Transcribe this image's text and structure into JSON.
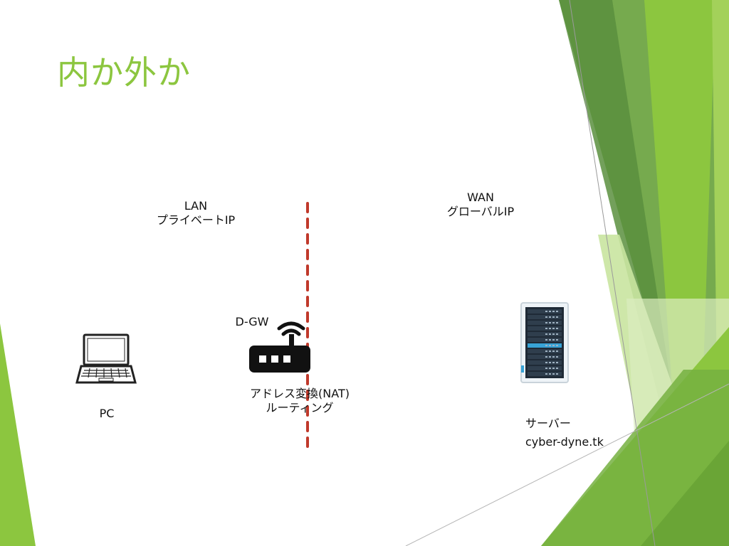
{
  "slide": {
    "title": "内か外か",
    "accent_color": "#8cc63f"
  },
  "zones": {
    "lan": {
      "line1": "LAN",
      "line2": "プライベートIP"
    },
    "wan": {
      "line1": "WAN",
      "line2": "グローバルIP"
    }
  },
  "nodes": {
    "pc": {
      "label": "PC",
      "icon": "laptop-icon"
    },
    "router": {
      "label": "D-GW",
      "icon": "wifi-router-icon",
      "caption1": "アドレス変換(NAT)",
      "caption2": "ルーティング"
    },
    "server": {
      "label": "サーバー",
      "hostname": "cyber-dyne.tk",
      "icon": "server-rack-icon"
    }
  },
  "boundary": {
    "style": "dashed",
    "color": "#c0392b"
  }
}
